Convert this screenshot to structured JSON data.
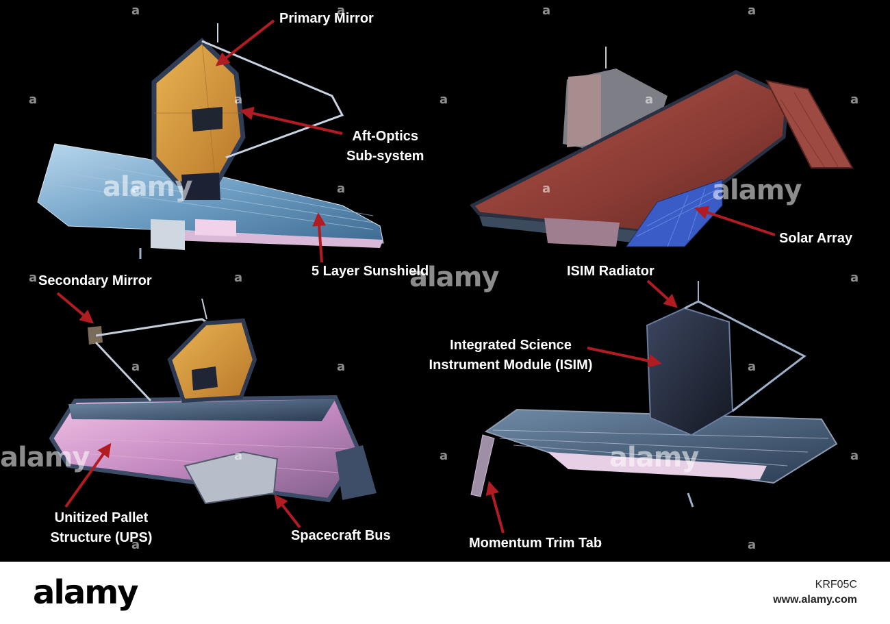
{
  "labels": {
    "primary_mirror": "Primary Mirror",
    "aft_optics_1": "Aft-Optics",
    "aft_optics_2": "Sub-system",
    "sunshield": "5 Layer Sunshield",
    "secondary_mirror": "Secondary Mirror",
    "isim_radiator": "ISIM Radiator",
    "solar_array": "Solar Array",
    "isim_1": "Integrated Science",
    "isim_2": "Instrument Module (ISIM)",
    "ups_1": "Unitized Pallet",
    "ups_2": "Structure (UPS)",
    "spacecraft_bus": "Spacecraft Bus",
    "trim_tab": "Momentum Trim Tab"
  },
  "watermark": {
    "word": "alamy",
    "dot": "a"
  },
  "footer": {
    "brand": "alamy",
    "image_id": "KRF05C",
    "url": "www.alamy.com"
  },
  "colors": {
    "arrow": "#b11c22",
    "mirror": "#d89a3c",
    "background": "#000000"
  }
}
